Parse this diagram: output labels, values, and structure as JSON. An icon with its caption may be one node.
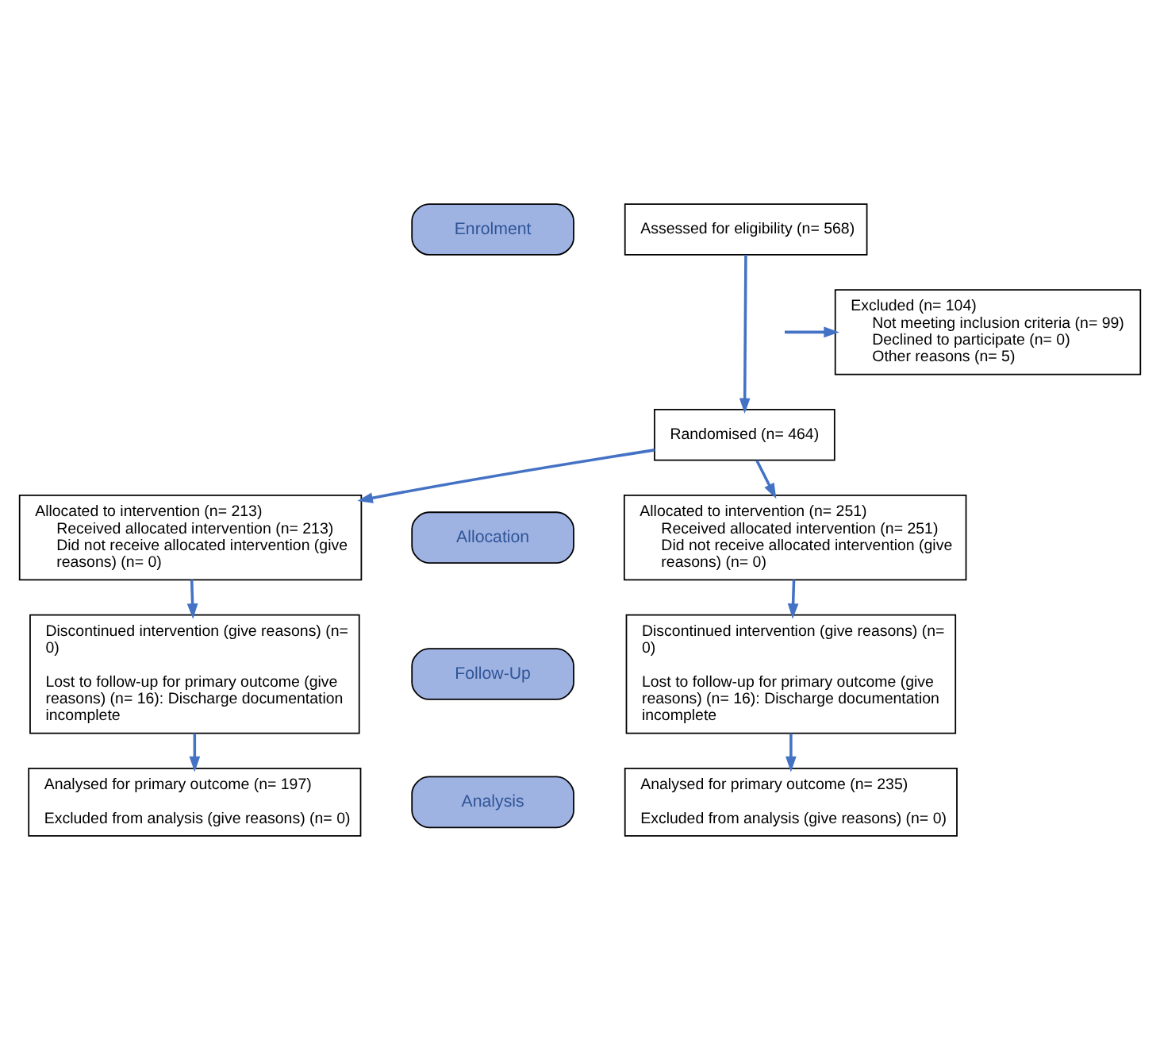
{
  "diagram": {
    "nodes": [
      {
        "text": [
          "Enrolment"
        ]
      },
      {
        "text": [
          "Assessed for eligibility (n= 568)"
        ]
      },
      {
        "text": [
          "Excluded (n= 104)",
          "Not meeting inclusion criteria (n= 99)",
          "Declined to participate (n= 0)",
          "Other reasons (n= 5)"
        ]
      },
      {
        "text": [
          "Randomised (n= 464)"
        ]
      },
      {
        "text": [
          "Allocation"
        ]
      },
      {
        "text": [
          "Allocated to intervention (n= 213)",
          "Received allocated intervention (n= 213)",
          "Did not receive allocated intervention (give reasons) (n= 0)"
        ]
      },
      {
        "text": [
          "Allocated to intervention (n= 251)",
          "Received allocated intervention (n= 251)",
          "Did not receive allocated intervention (give reasons) (n= 0)"
        ]
      },
      {
        "text": [
          "Follow-Up"
        ]
      },
      {
        "text": [
          "Discontinued intervention (give reasons) (n= 0)",
          "Lost to follow-up for primary outcome (give reasons) (n= 16): Discharge documentation incomplete"
        ]
      },
      {
        "text": [
          "Discontinued intervention (give reasons) (n= 0)",
          "Lost to follow-up for primary outcome (give reasons) (n= 16): Discharge documentation incomplete"
        ]
      },
      {
        "text": [
          "Analysis"
        ]
      },
      {
        "text": [
          "Analysed for primary outcome (n= 197)",
          "Excluded from analysis (give reasons) (n= 0)"
        ]
      },
      {
        "text": [
          "Analysed for primary outcome (n= 235)",
          "Excluded from analysis (give reasons) (n= 0)"
        ]
      }
    ],
    "edges": [
      {
        "from": 1,
        "to": 3,
        "arrow": "to"
      },
      {
        "from": null,
        "to": 2,
        "arrow": "to"
      },
      {
        "from": 3,
        "to": 5,
        "arrow": "to"
      },
      {
        "from": 3,
        "to": 6,
        "arrow": "to"
      },
      {
        "from": 5,
        "to": 8,
        "arrow": "to"
      },
      {
        "from": 6,
        "to": 9,
        "arrow": "to"
      },
      {
        "from": 8,
        "to": 11,
        "arrow": "to"
      },
      {
        "from": 9,
        "to": 12,
        "arrow": "to"
      }
    ]
  }
}
